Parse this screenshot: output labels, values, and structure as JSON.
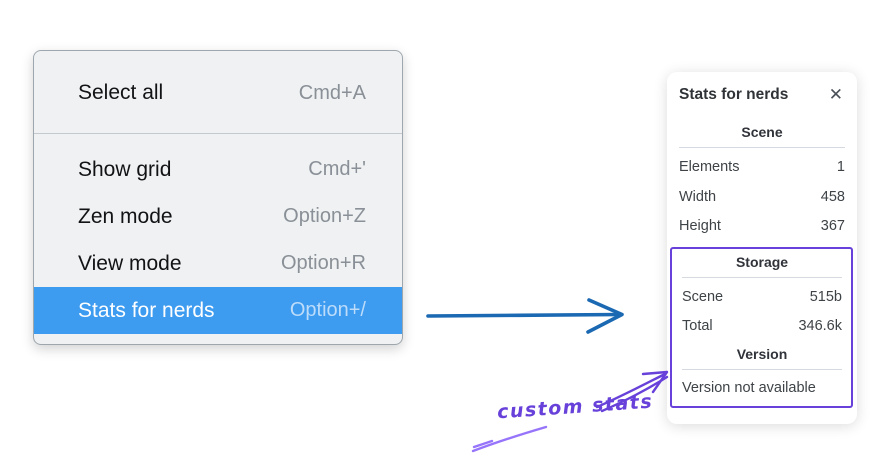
{
  "menu": {
    "items": [
      {
        "label": "Select all",
        "shortcut": "Cmd+A",
        "highlighted": false
      },
      {
        "label": "Show grid",
        "shortcut": "Cmd+'",
        "highlighted": false
      },
      {
        "label": "Zen mode",
        "shortcut": "Option+Z",
        "highlighted": false
      },
      {
        "label": "View mode",
        "shortcut": "Option+R",
        "highlighted": false
      },
      {
        "label": "Stats for nerds",
        "shortcut": "Option+/",
        "highlighted": true
      }
    ]
  },
  "stats_panel": {
    "title": "Stats for nerds",
    "sections": [
      {
        "header": "Scene",
        "rows": [
          {
            "label": "Elements",
            "value": "1"
          },
          {
            "label": "Width",
            "value": "458"
          },
          {
            "label": "Height",
            "value": "367"
          }
        ]
      },
      {
        "header": "Storage",
        "rows": [
          {
            "label": "Scene",
            "value": "515b"
          },
          {
            "label": "Total",
            "value": "346.6k"
          }
        ]
      },
      {
        "header": "Version",
        "note": "Version not available"
      }
    ]
  },
  "annotation": {
    "label": "custom stats"
  },
  "icons": {
    "close": "✕"
  },
  "colors": {
    "menu_background": "#eff1f2",
    "menu_highlight": "#3d9bf0",
    "menu_highlight_text": "#ffffff",
    "menu_highlight_shortcut": "#bcdcfa",
    "shortcut_gray": "#8a9097",
    "flow_arrow_blue": "#1b69b2",
    "annotation_purple": "#6741d9",
    "annotation_light_purple": "#9775fa"
  }
}
